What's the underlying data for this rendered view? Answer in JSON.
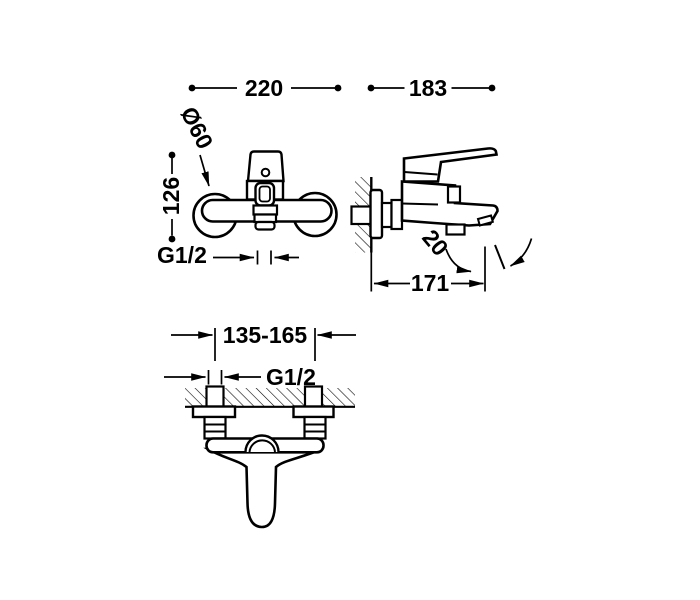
{
  "page": {
    "background": "#ffffff",
    "line_color": "#000000"
  },
  "labels": {
    "front_width": "220",
    "side_depth": "183",
    "escutcheon_diameter": "Ø60",
    "front_height": "126",
    "front_thread": "G1/2",
    "spout_angle": "20",
    "spout_projection": "171",
    "mounting_distance": "135-165",
    "bottom_thread": "G1/2"
  }
}
